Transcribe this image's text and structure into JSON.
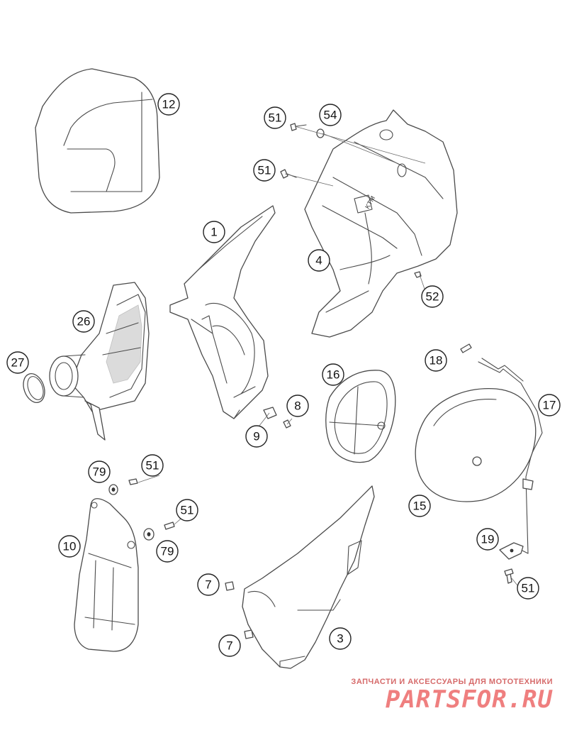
{
  "callouts": [
    {
      "id": "c12a",
      "label": "12"
    },
    {
      "id": "c51a",
      "label": "51"
    },
    {
      "id": "c54",
      "label": "54"
    },
    {
      "id": "c51b",
      "label": "51"
    },
    {
      "id": "c1",
      "label": "1"
    },
    {
      "id": "c4",
      "label": "4"
    },
    {
      "id": "c52",
      "label": "52"
    },
    {
      "id": "c26",
      "label": "26"
    },
    {
      "id": "c27",
      "label": "27"
    },
    {
      "id": "c18",
      "label": "18"
    },
    {
      "id": "c16",
      "label": "16"
    },
    {
      "id": "c17",
      "label": "17"
    },
    {
      "id": "c8",
      "label": "8"
    },
    {
      "id": "c9",
      "label": "9"
    },
    {
      "id": "c79a",
      "label": "79"
    },
    {
      "id": "c51c",
      "label": "51"
    },
    {
      "id": "c15",
      "label": "15"
    },
    {
      "id": "c51d",
      "label": "51"
    },
    {
      "id": "c10",
      "label": "10"
    },
    {
      "id": "c79b",
      "label": "79"
    },
    {
      "id": "c19",
      "label": "19"
    },
    {
      "id": "c51e",
      "label": "51"
    },
    {
      "id": "c7a",
      "label": "7"
    },
    {
      "id": "c3",
      "label": "3"
    },
    {
      "id": "c7b",
      "label": "7"
    }
  ],
  "watermark": {
    "tagline": "ЗАПЧАСТИ И АКСЕССУАРЫ ДЛЯ МОТОТЕХНИКИ",
    "logo": "PARTSFOR.RU"
  },
  "colors": {
    "line": "#4a4a4a",
    "watermark": "#ef7f7f"
  }
}
